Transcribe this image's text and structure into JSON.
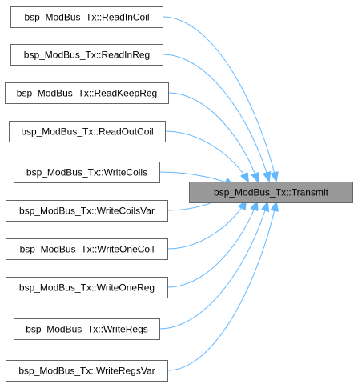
{
  "diagram": {
    "target": {
      "label": "bsp_ModBus_Tx::Transmit"
    },
    "callers": [
      {
        "label": "bsp_ModBus_Tx::ReadInCoil"
      },
      {
        "label": "bsp_ModBus_Tx::ReadInReg"
      },
      {
        "label": "bsp_ModBus_Tx::ReadKeepReg"
      },
      {
        "label": "bsp_ModBus_Tx::ReadOutCoil"
      },
      {
        "label": "bsp_ModBus_Tx::WriteCoils"
      },
      {
        "label": "bsp_ModBus_Tx::WriteCoilsVar"
      },
      {
        "label": "bsp_ModBus_Tx::WriteOneCoil"
      },
      {
        "label": "bsp_ModBus_Tx::WriteOneReg"
      },
      {
        "label": "bsp_ModBus_Tx::WriteRegs"
      },
      {
        "label": "bsp_ModBus_Tx::WriteRegsVar"
      }
    ]
  },
  "colors": {
    "edge": "#63b8ff",
    "node_border": "#666666",
    "target_fill": "#999999",
    "node_fill": "#ffffff"
  }
}
